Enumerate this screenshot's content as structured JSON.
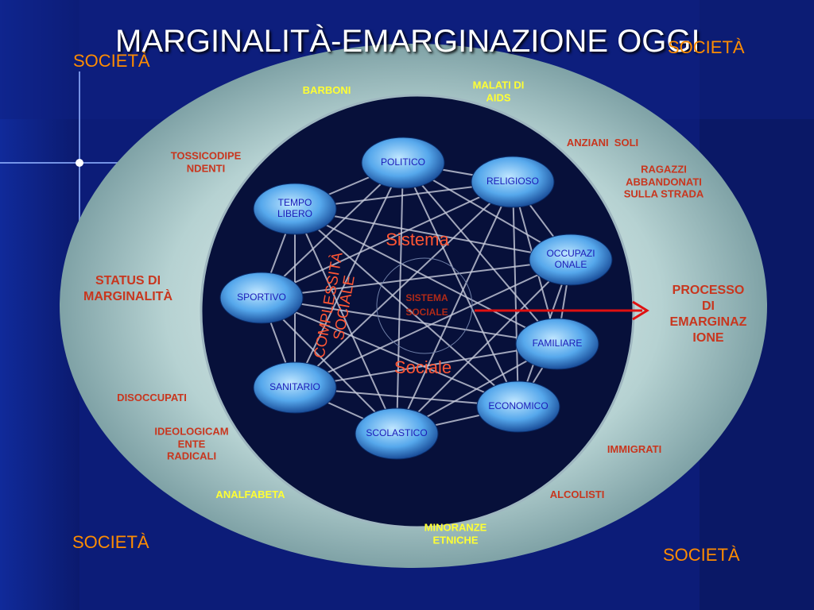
{
  "title": "MARGINALITÀ-EMARGINAZIONE OGGI",
  "corner_label": "SOCIETÀ",
  "outer_ring_labels": {
    "barboni": "BARBONI",
    "malati_di_aids": "MALATI DI\nAIDS",
    "anziani_soli": "ANZIANI  SOLI",
    "ragazzi_abbandonati": "RAGAZZI\nABBANDONATI\nSULLA STRADA",
    "tossicodipendenti": "TOSSICODIPE\nNDENTI",
    "disoccupati": "DISOCCUPATI",
    "ideologicamente_radicali": "IDEOLOGICAM\nENTE\nRADICALI",
    "immigrati": "IMMIGRATI",
    "analfabeta": "ANALFABETA",
    "alcolisti": "ALCOLISTI",
    "minoranze_etniche": "MINORANZE\nETNICHE"
  },
  "side_labels": {
    "status": "STATUS DI\nMARGINALITÀ",
    "processo": "PROCESSO\nDI\nEMARGINAZ\nIONE"
  },
  "center": {
    "sistema": "Sistema",
    "sociale": "Sociale",
    "complessita": "COMPLESSITÀ\nSOCIALE",
    "core": "SISTEMA\nSOCIALE"
  },
  "nodes": [
    {
      "id": "politico",
      "label": "POLITICO"
    },
    {
      "id": "religioso",
      "label": "RELIGIOSO"
    },
    {
      "id": "occupazionale",
      "label": "OCCUPAZI\nONALE"
    },
    {
      "id": "familiare",
      "label": "FAMILIARE"
    },
    {
      "id": "economico",
      "label": "ECONOMICO"
    },
    {
      "id": "scolastico",
      "label": "SCOLASTICO"
    },
    {
      "id": "sanitario",
      "label": "SANITARIO"
    },
    {
      "id": "sportivo",
      "label": "SPORTIVO"
    },
    {
      "id": "tempo_libero",
      "label": "TEMPO\nLIBERO"
    }
  ],
  "colors": {
    "background": "#0b1a6e",
    "outer_ring": "#b9d6d6",
    "inner_circle": "#07103a",
    "node_fill": "#56a8ec",
    "arrow": "#e01010",
    "outer_text": "#c8361e",
    "yellow_text": "#ffff33",
    "societa_text": "#ff8c00"
  }
}
